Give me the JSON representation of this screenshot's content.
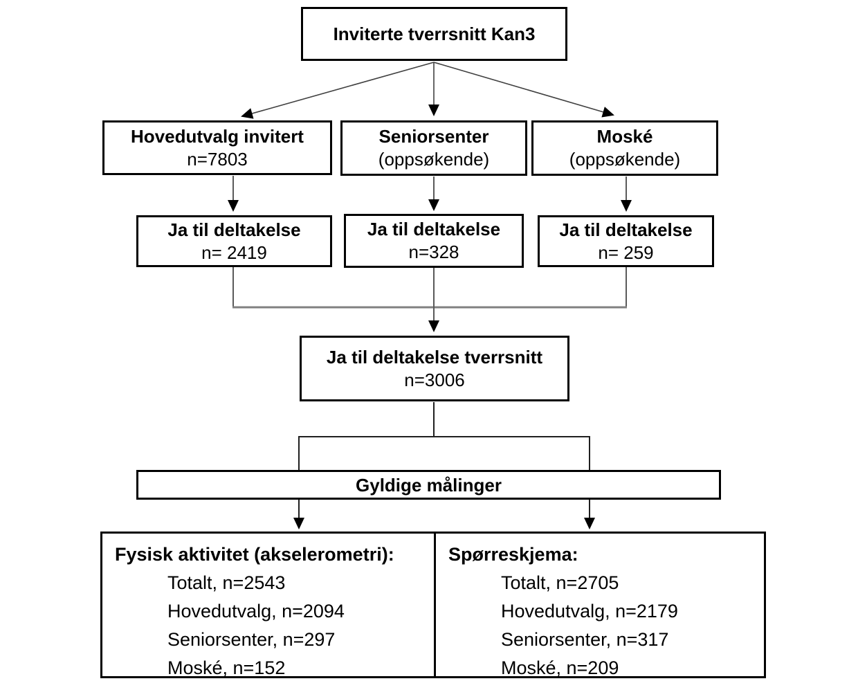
{
  "diagram": {
    "top": {
      "title": "Inviterte tverrsnitt Kan3"
    },
    "row2": [
      {
        "line1": "Hovedutvalg invitert",
        "line2": "n=7803"
      },
      {
        "line1": "Seniorsenter",
        "line2": "(oppsøkende)"
      },
      {
        "line1": "Moské",
        "line2": "(oppsøkende)"
      }
    ],
    "row3": [
      {
        "line1": "Ja til deltakelse",
        "line2": "n= 2419"
      },
      {
        "line1": "Ja til deltakelse",
        "line2": "n=328"
      },
      {
        "line1": "Ja til deltakelse",
        "line2": "n= 259"
      }
    ],
    "converge": {
      "line1": "Ja til deltakelse tverrsnitt",
      "line2": "n=3006"
    },
    "valid": {
      "title": "Gyldige målinger"
    },
    "results": {
      "left": {
        "header": "Fysisk aktivitet (akselerometri):",
        "items": [
          "Totalt, n=2543",
          "Hovedutvalg, n=2094",
          "Seniorsenter, n=297",
          "Moské, n=152"
        ]
      },
      "right": {
        "header": "Spørreskjema:",
        "items": [
          "Totalt, n=2705",
          "Hovedutvalg, n=2179",
          "Seniorsenter, n=317",
          "Moské, n=209"
        ]
      }
    },
    "colors": {
      "box_border": "#000000",
      "text": "#000000",
      "connector_gray": "#808080",
      "connector_dark": "#404040",
      "arrowhead": "#000000",
      "background": "#ffffff"
    }
  }
}
